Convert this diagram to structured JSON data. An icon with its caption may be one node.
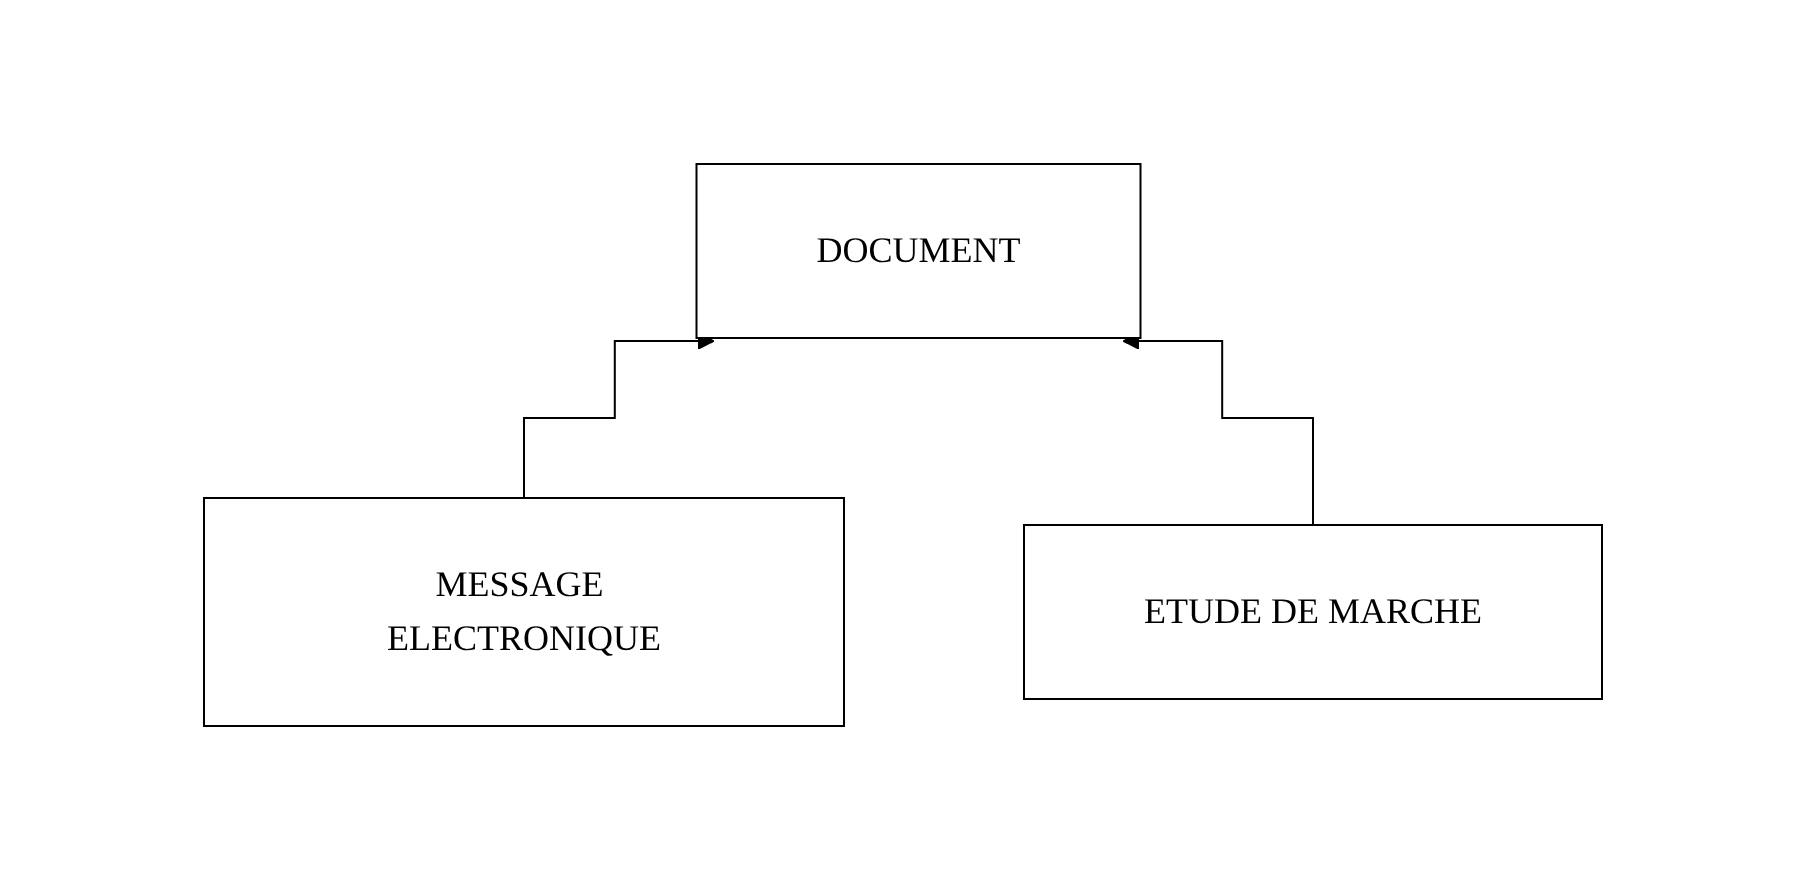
{
  "diagram": {
    "nodes": [
      {
        "text": [
          "DOCUMENT"
        ]
      },
      {
        "text": [
          "MESSAGE ELECTRONIQUE"
        ]
      },
      {
        "text": [
          "ETUDE DE MARCHE"
        ]
      }
    ],
    "edges": [
      {
        "from": 1,
        "to": 0,
        "arrow": "to"
      },
      {
        "from": 2,
        "to": 0,
        "arrow": "to"
      }
    ]
  }
}
